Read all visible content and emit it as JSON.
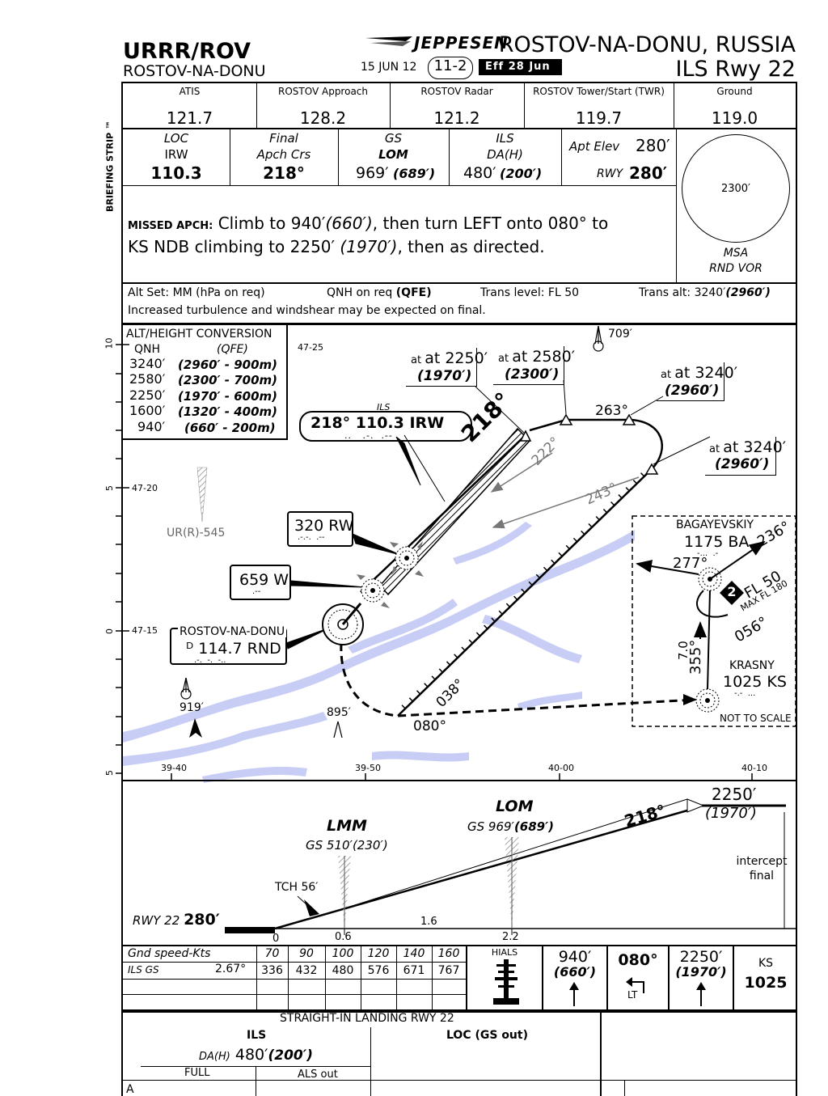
{
  "header": {
    "ident": "URRR/ROV",
    "city": "ROSTOV-NA-DONU",
    "brand": "JEPPESEN",
    "chart_date": "15 JUN 12",
    "chart_number": "11-2",
    "effective": "Eff 28 Jun",
    "title_city": "ROSTOV-NA-DONU, RUSSIA",
    "procedure": "ILS Rwy 22"
  },
  "briefing_strip_label": "BRIEFING STRIP ™",
  "frequencies": [
    {
      "name": "ATIS",
      "value": "121.7"
    },
    {
      "name": "ROSTOV Approach",
      "value": "128.2"
    },
    {
      "name": "ROSTOV Radar",
      "value": "121.2"
    },
    {
      "name": "ROSTOV Tower/Start (TWR)",
      "value": "119.7"
    },
    {
      "name": "Ground",
      "value": "119.0"
    }
  ],
  "approach_info": {
    "loc_label": "LOC",
    "loc_ident": "IRW",
    "loc_freq": "110.3",
    "crs_label1": "Final",
    "crs_label2": "Apch Crs",
    "crs_value": "218°",
    "gs_label": "GS",
    "gs_fix": "LOM",
    "gs_alt": "969′",
    "gs_hgt": "(689′)",
    "ils_label": "ILS",
    "dah_label": "DA(H)",
    "da": "480′",
    "dh": "(200′)",
    "apt_elev_label": "Apt Elev",
    "apt_elev": "280′",
    "rwy_label": "RWY",
    "rwy_elev": "280′"
  },
  "msa": {
    "altitude": "2300′",
    "label": "MSA",
    "ref": "RND VOR"
  },
  "missed_approach": {
    "label": "MISSED APCH:",
    "line1_a": "Climb to 940′",
    "line1_b": "(660′)",
    "line1_c": ", then turn LEFT onto 080° to",
    "line2_a": "KS NDB climbing to 2250′",
    "line2_b": "(1970′)",
    "line2_c": ", then as directed."
  },
  "notes": {
    "alt_set": "Alt Set: MM (hPa on req)",
    "qnh": "QNH on req",
    "qfe": "(QFE)",
    "trans_level": "Trans level: FL 50",
    "trans_alt": "Trans alt: 3240′",
    "trans_alt_h": "(2960′)",
    "turbulence": "Increased turbulence and windshear may be expected on final."
  },
  "conversion": {
    "title": "ALT/HEIGHT CONVERSION",
    "col_qnh": "QNH",
    "col_qfe": "(QFE)",
    "rows": [
      {
        "qnh": "3240′",
        "qfe": "(2960′ - 900m)"
      },
      {
        "qnh": "2580′",
        "qfe": "(2300′ - 700m)"
      },
      {
        "qnh": "2250′",
        "qfe": "(1970′ - 600m)"
      },
      {
        "qnh": "1600′",
        "qfe": "(1320′ - 400m)"
      },
      {
        "qnh": "940′",
        "qfe": "(660′ - 200m)"
      }
    ]
  },
  "plan_view": {
    "lat_top": "47-25",
    "lat_mid": "47-20",
    "lat_low": "47-15",
    "scale_10": "10",
    "scale_5a": "5",
    "scale_0": "0",
    "scale_5b": "5",
    "lon_1": "39-40",
    "lon_2": "39-50",
    "lon_3": "40-00",
    "lon_4": "40-10",
    "obstacle_1": "709′",
    "obstacle_2": "919′",
    "obstacle_3": "895′",
    "restricted_area": "UR(R)-545",
    "ils_small": "ILS",
    "ils_box": "218° 110.3 IRW",
    "ndb_320": "320 RW",
    "ndb_659": "659 W",
    "vor_name": "ROSTOV-NA-DONU",
    "vor_freq": "ᴰ 114.7 RND",
    "final_course": "218°",
    "course_222": "222°",
    "course_243": "243°",
    "course_263": "263°",
    "course_038": "038°",
    "course_080": "080°",
    "at_2250_a": "at 2250′",
    "at_2250_b": "(1970′)",
    "at_2580_a": "at 2580′",
    "at_2580_b": "(2300′)",
    "at_3240_a": "at 3240′",
    "at_3240_b": "(2960′)",
    "at_3240_2a": "at 3240′",
    "at_3240_2b": "(2960′)",
    "bagayevskiy": "BAGAYEVSKIY",
    "ba_freq": "1175 BA",
    "ba_236": "236°",
    "ba_277": "277°",
    "ba_056": "056°",
    "holding_num": "2",
    "fl50": "FL 50",
    "max_fl": "MAX FL 180",
    "dist_70": "7.0",
    "crs_355": "355°",
    "krasny": "KRASNY",
    "ks_freq": "1025 KS",
    "not_to_scale": "NOT TO SCALE"
  },
  "profile": {
    "alt_2250": "2250′",
    "alt_1970": "(1970′)",
    "course": "218°",
    "lom": "LOM",
    "lom_gs": "GS 969′",
    "lom_gs_h": "(689′)",
    "lmm": "LMM",
    "lmm_gs": "GS 510′",
    "lmm_gs_h": "(230′)",
    "intercept": "intercept",
    "final": "final",
    "tch": "TCH 56′",
    "rwy": "RWY 22",
    "rwy_elev": "280′",
    "d0": "0",
    "d06": "0.6",
    "d16": "1.6",
    "d22": "2.2"
  },
  "speed_table": {
    "label_speed": "Gnd speed-Kts",
    "label_gs": "ILS GS",
    "gs_angle": "2.67°",
    "speeds": [
      "70",
      "90",
      "100",
      "120",
      "140",
      "160"
    ],
    "rates": [
      "336",
      "432",
      "480",
      "576",
      "671",
      "767"
    ]
  },
  "missed_icons": {
    "hials": "HIALS",
    "climb_1": "940′",
    "climb_1h": "(660′)",
    "turn": "080°",
    "turn_lt": "LT",
    "climb_2": "2250′",
    "climb_2h": "(1970′)",
    "fix": "KS",
    "fix_freq": "1025"
  },
  "minimums": {
    "title": "STRAIGHT-IN LANDING RWY 22",
    "ils": "ILS",
    "loc": "LOC (GS out)",
    "dah_label": "DA(H)",
    "da": "480′",
    "dh": "(200′)",
    "full": "FULL",
    "als_out": "ALS out",
    "cat_a": "A"
  }
}
